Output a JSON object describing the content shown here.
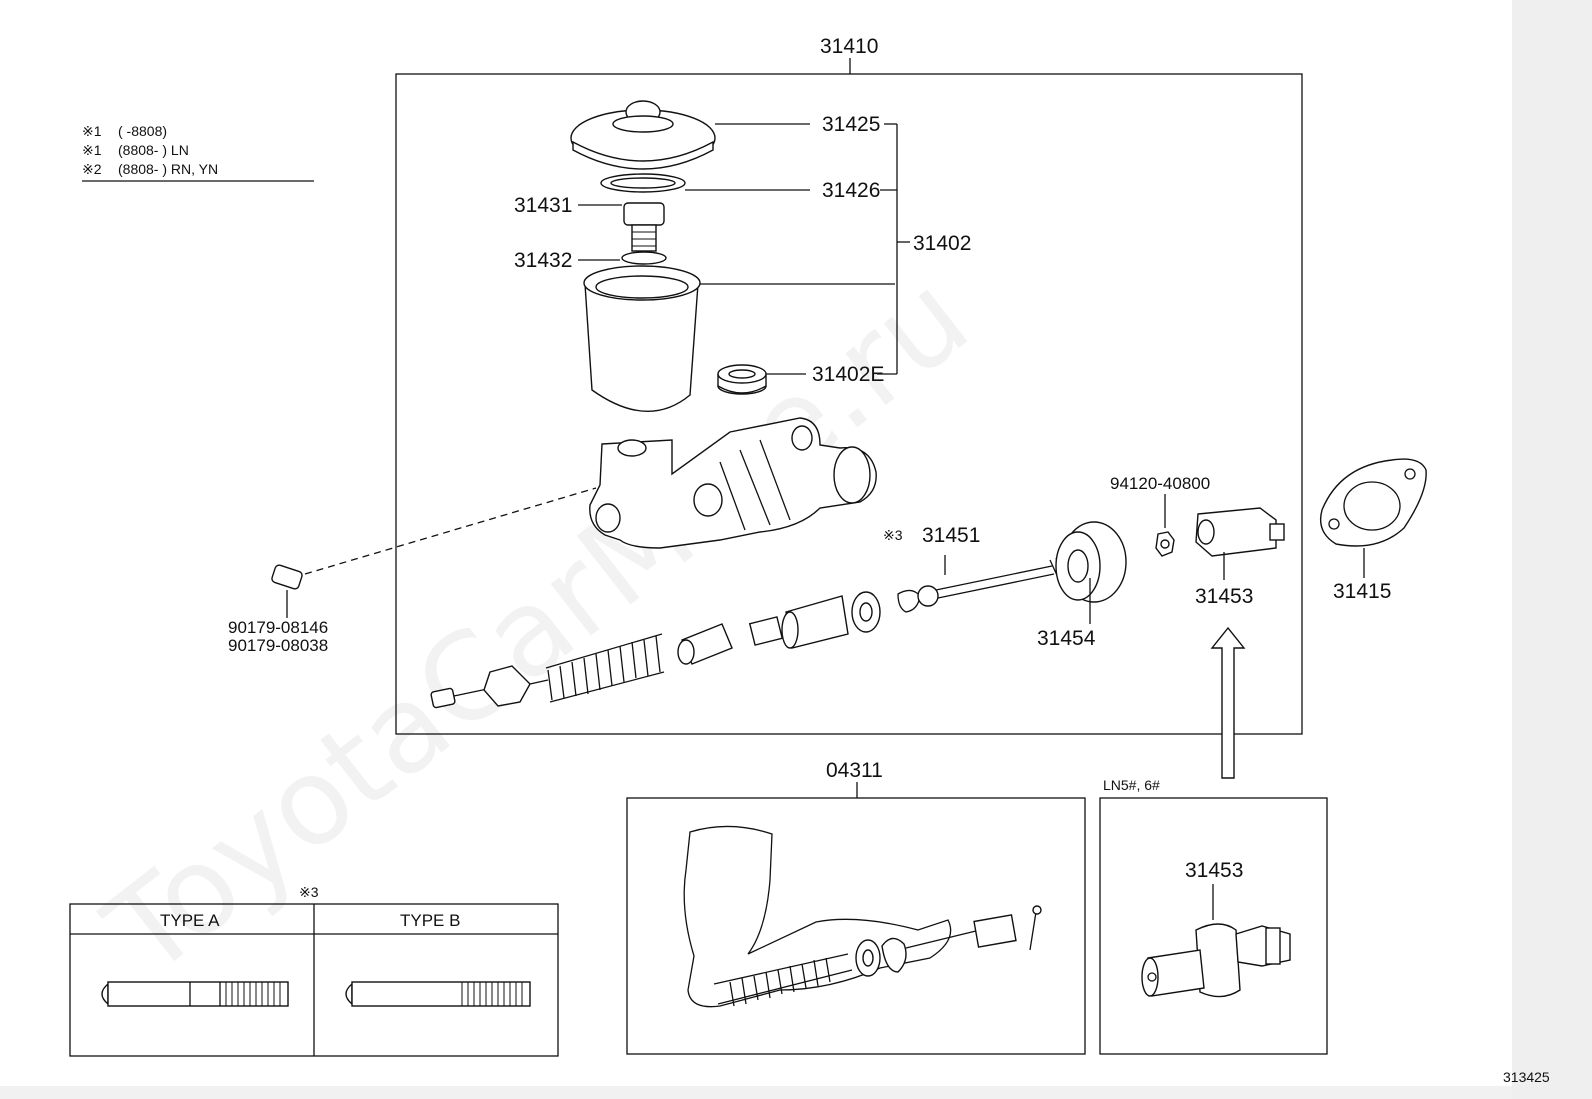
{
  "watermark": "ToyotaCarMine.ru",
  "image_id": "313425",
  "notes": [
    {
      "mark": "※1",
      "text": "(        -8808)"
    },
    {
      "mark": "※1",
      "text": "(8808-           ) LN"
    },
    {
      "mark": "※2",
      "text": "(8808-           ) RN, YN"
    }
  ],
  "main_assembly": {
    "number": "31410",
    "parts": {
      "p31425": "31425",
      "p31426": "31426",
      "p31431": "31431",
      "p31432": "31432",
      "p31402": "31402",
      "p31402E": "31402E",
      "p31451": "31451",
      "p31451_mark": "※3",
      "p31454": "31454",
      "p94120": "94120-40800",
      "p31453": "31453"
    }
  },
  "external_parts": {
    "p31415": "31415",
    "plug_1": "90179-08146",
    "plug_2": "90179-08038"
  },
  "kit": {
    "number": "04311"
  },
  "variant_box": {
    "label": "LN5#, 6#",
    "part": "31453"
  },
  "type_table": {
    "mark": "※3",
    "col_a": "TYPE A",
    "col_b": "TYPE B"
  }
}
